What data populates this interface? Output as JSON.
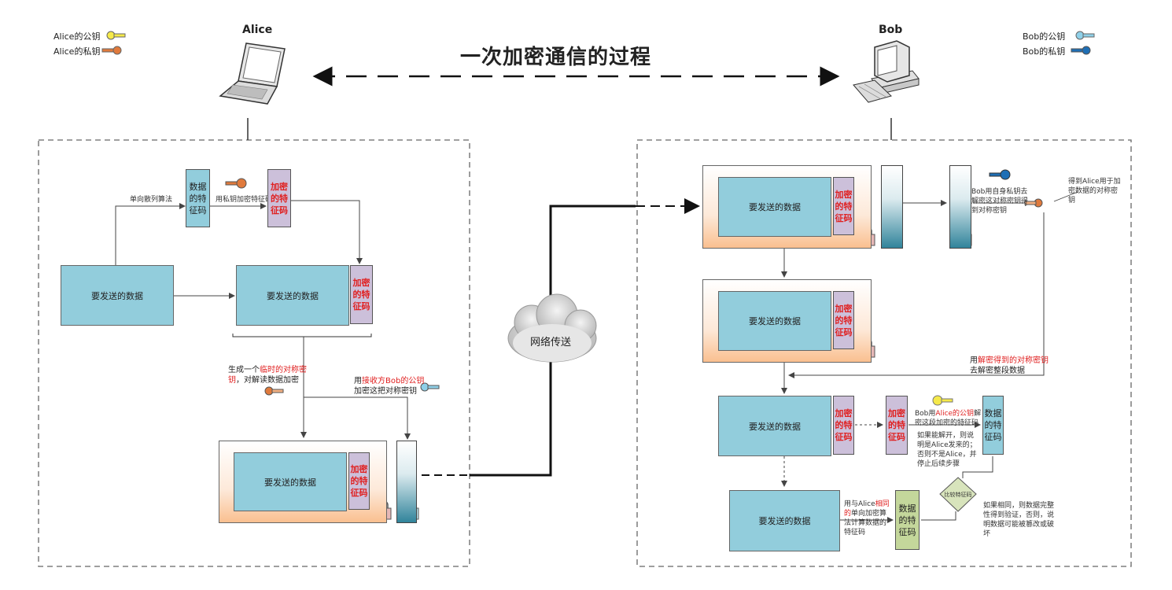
{
  "title": "一次加密通信的过程",
  "alice": {
    "name": "Alice",
    "pubkey_legend": "Alice的公钥",
    "privkey_legend": "Alice的私钥"
  },
  "bob": {
    "name": "Bob",
    "pubkey_legend": "Bob的公钥",
    "privkey_legend": "Bob的私钥"
  },
  "colors": {
    "alice_pub": "#f5e94a",
    "alice_priv": "#e07a3c",
    "bob_pub": "#8fd0e8",
    "bob_priv": "#1f6fb5",
    "data_box": "#92cddc",
    "feature": "#ccc0da",
    "verify_feature": "#c4d79b"
  },
  "common": {
    "data_label": "要发送的数据",
    "feature_data": "数据的特征码",
    "feature_enc": "加密的特征码"
  },
  "network": {
    "label": "网络传送"
  },
  "left": {
    "hash_note": "单向散列算法",
    "sign_note": "用私钥加密特征码",
    "sym_note_pre": "生成一个",
    "sym_note_red": "临时的对称密钥",
    "sym_note_post": "，对解读数据加密",
    "pub_note_pre": "用",
    "pub_note_red": "接收方Bob的公钥",
    "pub_note_post": "加密这把对称密钥"
  },
  "right": {
    "decrypt_key_note": "Bob用自身私钥去解密这对称密钥得到对称密钥",
    "alice_sym_note": "得到Alice用于加密数据的对称密钥",
    "decrypt_data_pre": "用",
    "decrypt_data_red": "解密得到的对称密钥",
    "decrypt_data_post": "去解密整段数据",
    "verify_note_pre": "Bob用",
    "verify_note_red": "Alice的公钥",
    "verify_note_post": "解密这段加密的特征码",
    "compare_note": "如果能解开，则说明是Alice发来的；否则不是Alice，并停止后续步骤",
    "hash_note_pre": "用与Alice",
    "hash_note_red": "相同的",
    "hash_note_post": "单向加密算法计算数据的特征码",
    "diamond_label": "比较特征码",
    "result_note": "如果相同，则数据完整性得到验证，否则，说明数据可能被篡改或破坏"
  }
}
